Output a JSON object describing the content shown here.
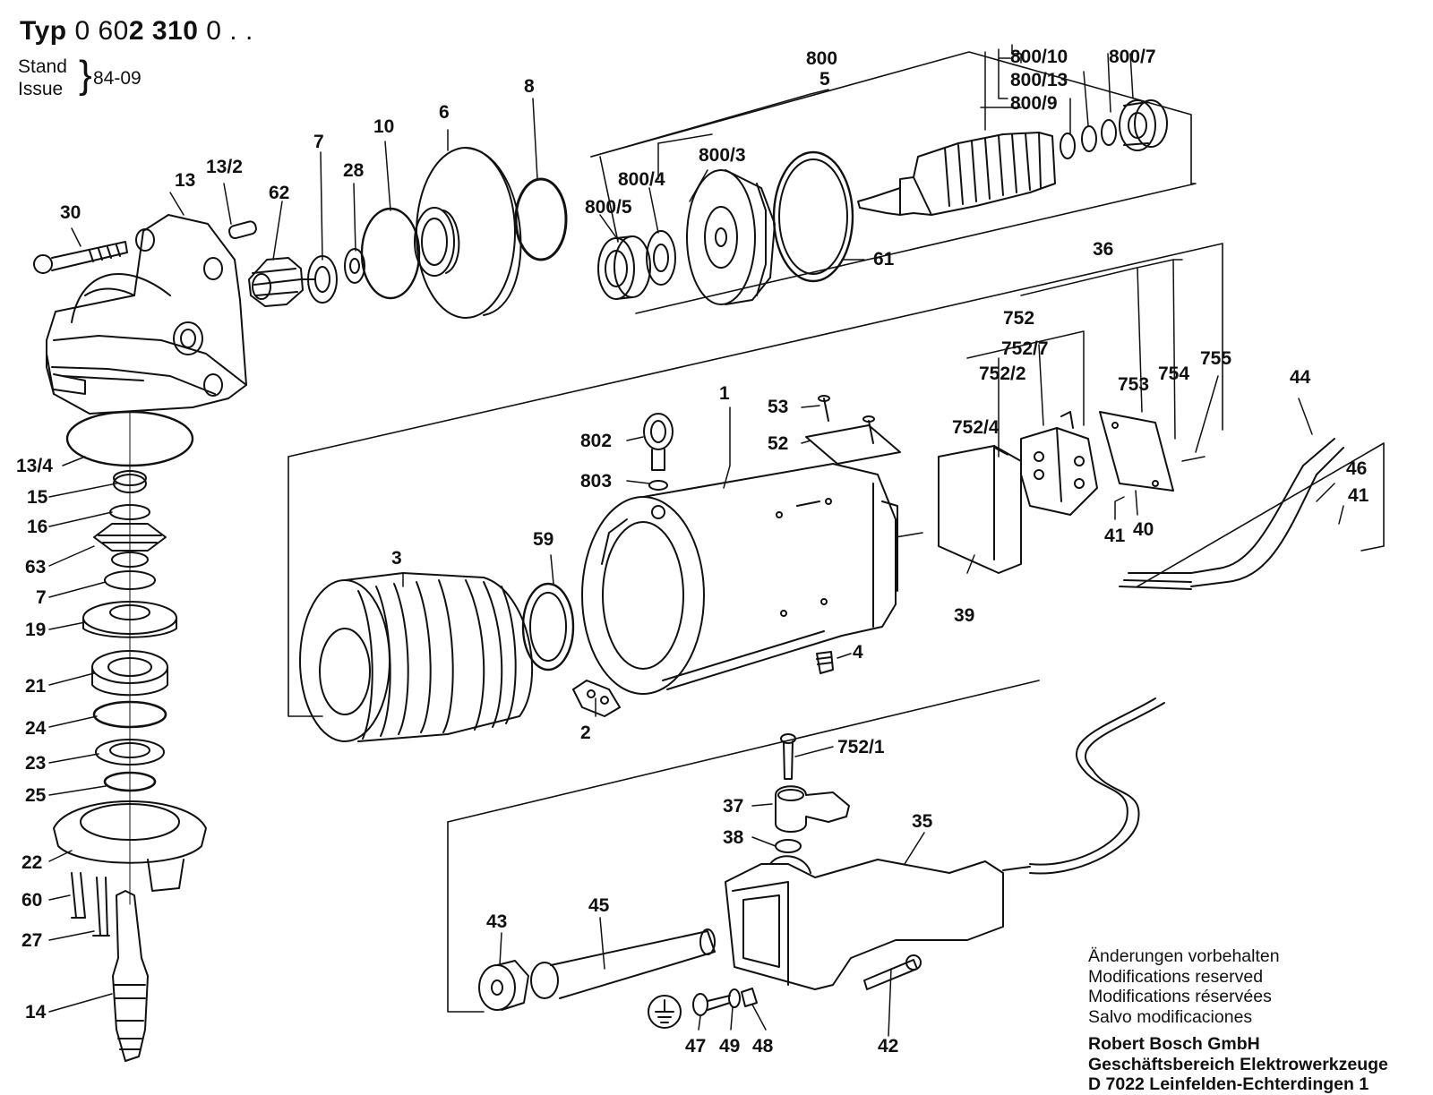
{
  "header": {
    "typ_prefix": "Typ",
    "typ_a": "0 60",
    "typ_b": "2 310",
    "typ_c": "0 . .",
    "stand_label": "Stand",
    "issue_label": "Issue",
    "brace": "}",
    "date": "84-09"
  },
  "footer": {
    "notes": [
      "Änderungen vorbehalten",
      "Modifications reserved",
      "Modifications réservées",
      "Salvo modificaciones"
    ],
    "company": [
      "Robert Bosch GmbH",
      "Geschäftsbereich Elektrowerkzeuge",
      "D 7022 Leinfelden-Echterdingen 1"
    ]
  },
  "parts": {
    "p800": "800",
    "p5": "5",
    "p800_10": "800/10",
    "p800_7": "800/7",
    "p800_13": "800/13",
    "p800_9": "800/9",
    "p800_3": "800/3",
    "p800_4": "800/4",
    "p800_5": "800/5",
    "p8": "8",
    "p6": "6",
    "p10": "10",
    "p7a": "7",
    "p28": "28",
    "p13_2": "13/2",
    "p13": "13",
    "p62": "62",
    "p30": "30",
    "p61": "61",
    "p36": "36",
    "p752": "752",
    "p752_7": "752/7",
    "p752_2": "752/2",
    "p752_4": "752/4",
    "p753": "753",
    "p754": "754",
    "p755": "755",
    "p44": "44",
    "p46": "46",
    "p41a": "41",
    "p41b": "41",
    "p40": "40",
    "p39": "39",
    "p1": "1",
    "p53": "53",
    "p52": "52",
    "p802": "802",
    "p803": "803",
    "p59": "59",
    "p3": "3",
    "p2": "2",
    "p4": "4",
    "p13_4": "13/4",
    "p15": "15",
    "p16": "16",
    "p63": "63",
    "p7b": "7",
    "p19": "19",
    "p21": "21",
    "p24": "24",
    "p23": "23",
    "p25": "25",
    "p22": "22",
    "p60": "60",
    "p27": "27",
    "p14": "14",
    "p752_1": "752/1",
    "p37": "37",
    "p38": "38",
    "p35": "35",
    "p43": "43",
    "p45": "45",
    "p42": "42",
    "p47": "47",
    "p49": "49",
    "p48": "48"
  }
}
